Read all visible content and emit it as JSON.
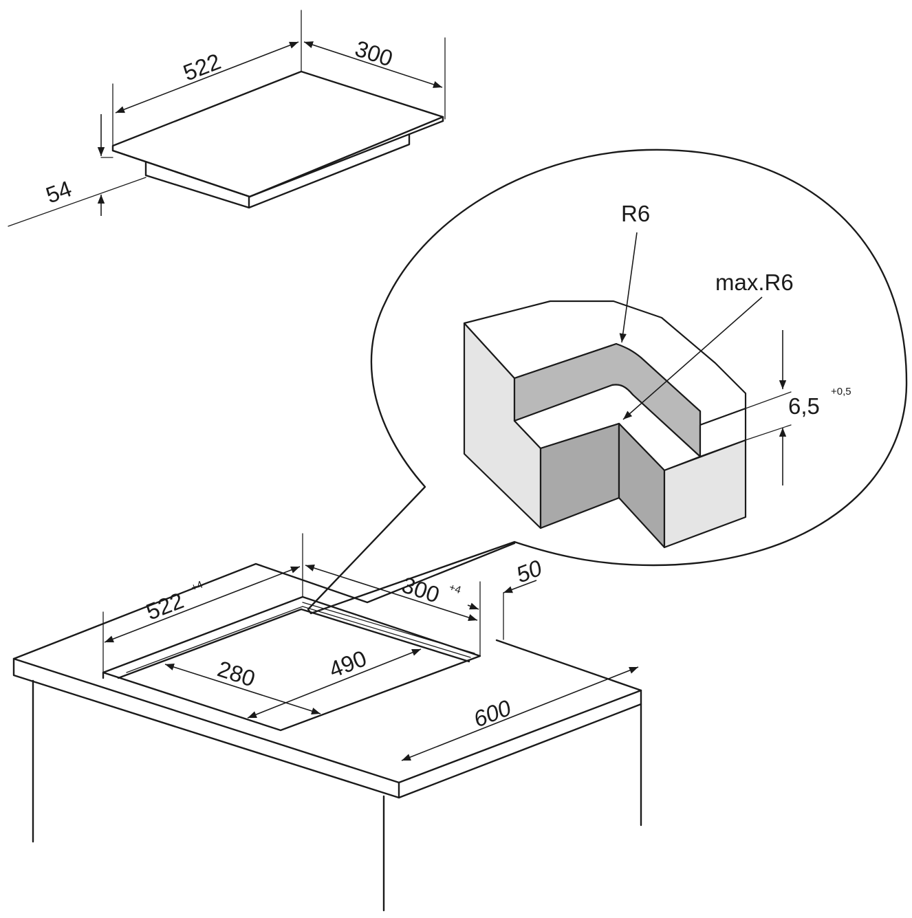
{
  "hob": {
    "width_label": "522",
    "depth_label": "300",
    "height_label": "54"
  },
  "cutout": {
    "width_label": "522",
    "width_tolerance": "+4",
    "depth_label": "300",
    "depth_tolerance": "+4",
    "edge_distance_label": "50",
    "inner_depth_label": "280",
    "inner_width_label": "490",
    "worktop_depth_label": "600"
  },
  "detail": {
    "radius_label": "R6",
    "max_radius_label": "max.R6",
    "rebate_depth_label": "6,5",
    "rebate_tolerance": "+0,5"
  }
}
